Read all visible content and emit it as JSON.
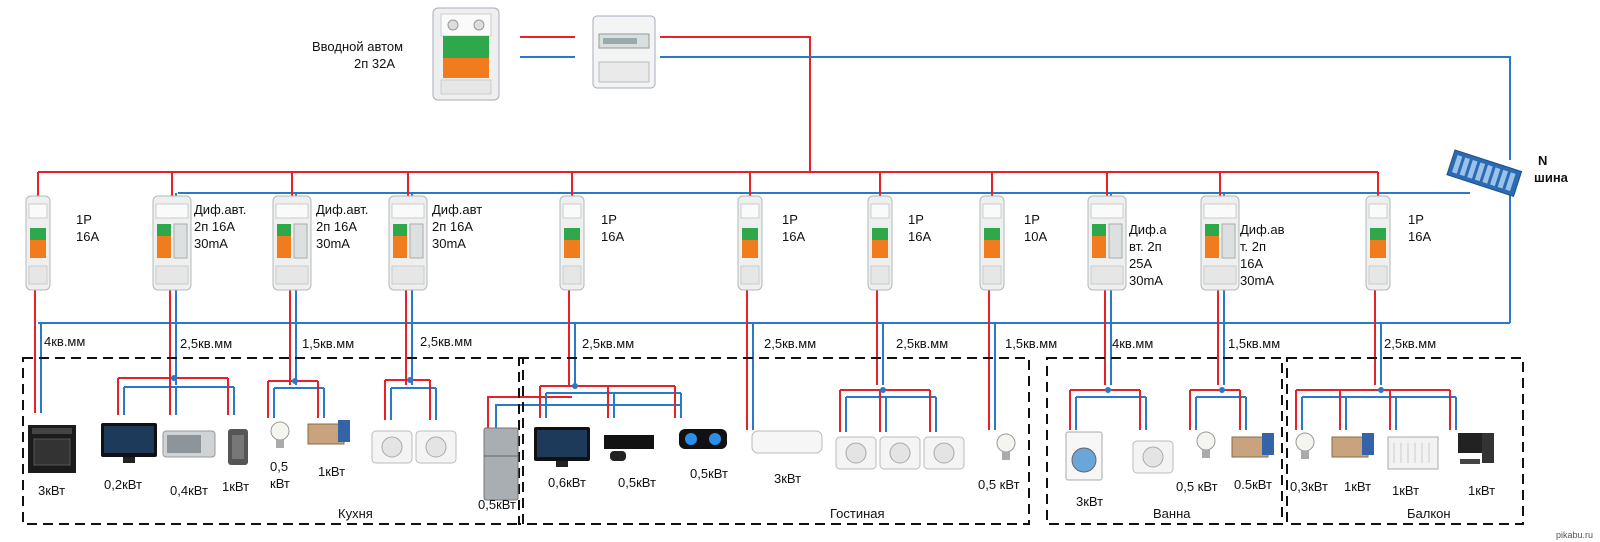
{
  "main_breaker": {
    "lines": [
      "Вводной автом",
      "2п 32А"
    ]
  },
  "n_bus": {
    "lines": [
      "N",
      "шина"
    ]
  },
  "breakers": [
    {
      "lines": [
        "1P",
        "16A"
      ],
      "cable": "4кв.мм",
      "type": "1p"
    },
    {
      "lines": [
        "Диф.авт.",
        "2п 16А",
        "30mA"
      ],
      "cable": "2,5кв.мм",
      "type": "diff"
    },
    {
      "lines": [
        "Диф.авт.",
        "2п 16А",
        "30mA"
      ],
      "cable": "1,5кв.мм",
      "type": "diff"
    },
    {
      "lines": [
        "Диф.авт",
        "2п 16А",
        "30mA"
      ],
      "cable": "2,5кв.мм",
      "type": "diff"
    },
    {
      "lines": [
        "1P",
        "16A"
      ],
      "cable": "2,5кв.мм",
      "type": "1p"
    },
    {
      "lines": [
        "1P",
        "16A"
      ],
      "cable": "2,5кв.мм",
      "type": "1p"
    },
    {
      "lines": [
        "1P",
        "16A"
      ],
      "cable": "2,5кв.мм",
      "type": "1p"
    },
    {
      "lines": [
        "1P",
        "10A"
      ],
      "cable": "1,5кв.мм",
      "type": "1p"
    },
    {
      "lines": [
        "Диф.а",
        "вт. 2п",
        "25А",
        "30mA"
      ],
      "cable": "4кв.мм",
      "type": "diff"
    },
    {
      "lines": [
        "Диф.ав",
        "т. 2п",
        "16А",
        "30mA"
      ],
      "cable": "1,5кв.мм",
      "type": "diff"
    },
    {
      "lines": [
        "1P",
        "16A"
      ],
      "cable": "2,5кв.мм",
      "type": "1p"
    }
  ],
  "zones": [
    "Кухня",
    "Гостиная",
    "Ванна",
    "Балкон"
  ],
  "devices": [
    {
      "icon": "oven-icon",
      "power": "3кВт"
    },
    {
      "icon": "tv-icon",
      "power": "0,2кВт"
    },
    {
      "icon": "microwave-icon",
      "power": "0,4кВт"
    },
    {
      "icon": "kettle-icon",
      "power": "1кВт"
    },
    {
      "icon": "lamp-icon",
      "power": "0,5\nкВт"
    },
    {
      "icon": "heating-mat-icon",
      "power": "1кВт"
    },
    {
      "icon": "socket-icon",
      "power": ""
    },
    {
      "icon": "fridge-icon",
      "power": "0,5кВт"
    },
    {
      "icon": "tv-icon",
      "power": "0,6кВт"
    },
    {
      "icon": "game-console-icon",
      "power": "0,5кВт"
    },
    {
      "icon": "speaker-icon",
      "power": "0,5кВт"
    },
    {
      "icon": "air-conditioner-icon",
      "power": "3кВт"
    },
    {
      "icon": "socket-icon",
      "power": ""
    },
    {
      "icon": "lamp-icon",
      "power": "0,5 кВт"
    },
    {
      "icon": "washing-machine-icon",
      "power": "3кВт"
    },
    {
      "icon": "socket-icon",
      "power": ""
    },
    {
      "icon": "lamp-icon",
      "power": "0,5 кВт"
    },
    {
      "icon": "heating-mat-icon",
      "power": "0.5кВт"
    },
    {
      "icon": "lamp-icon",
      "power": "0,3кВт"
    },
    {
      "icon": "heating-mat-icon",
      "power": "1кВт"
    },
    {
      "icon": "convector-icon",
      "power": "1кВт"
    },
    {
      "icon": "computer-icon",
      "power": "1кВт"
    }
  ],
  "watermark": "pikabu.ru",
  "colors": {
    "phase": "#e8202a",
    "neutral": "#2a78c8"
  }
}
